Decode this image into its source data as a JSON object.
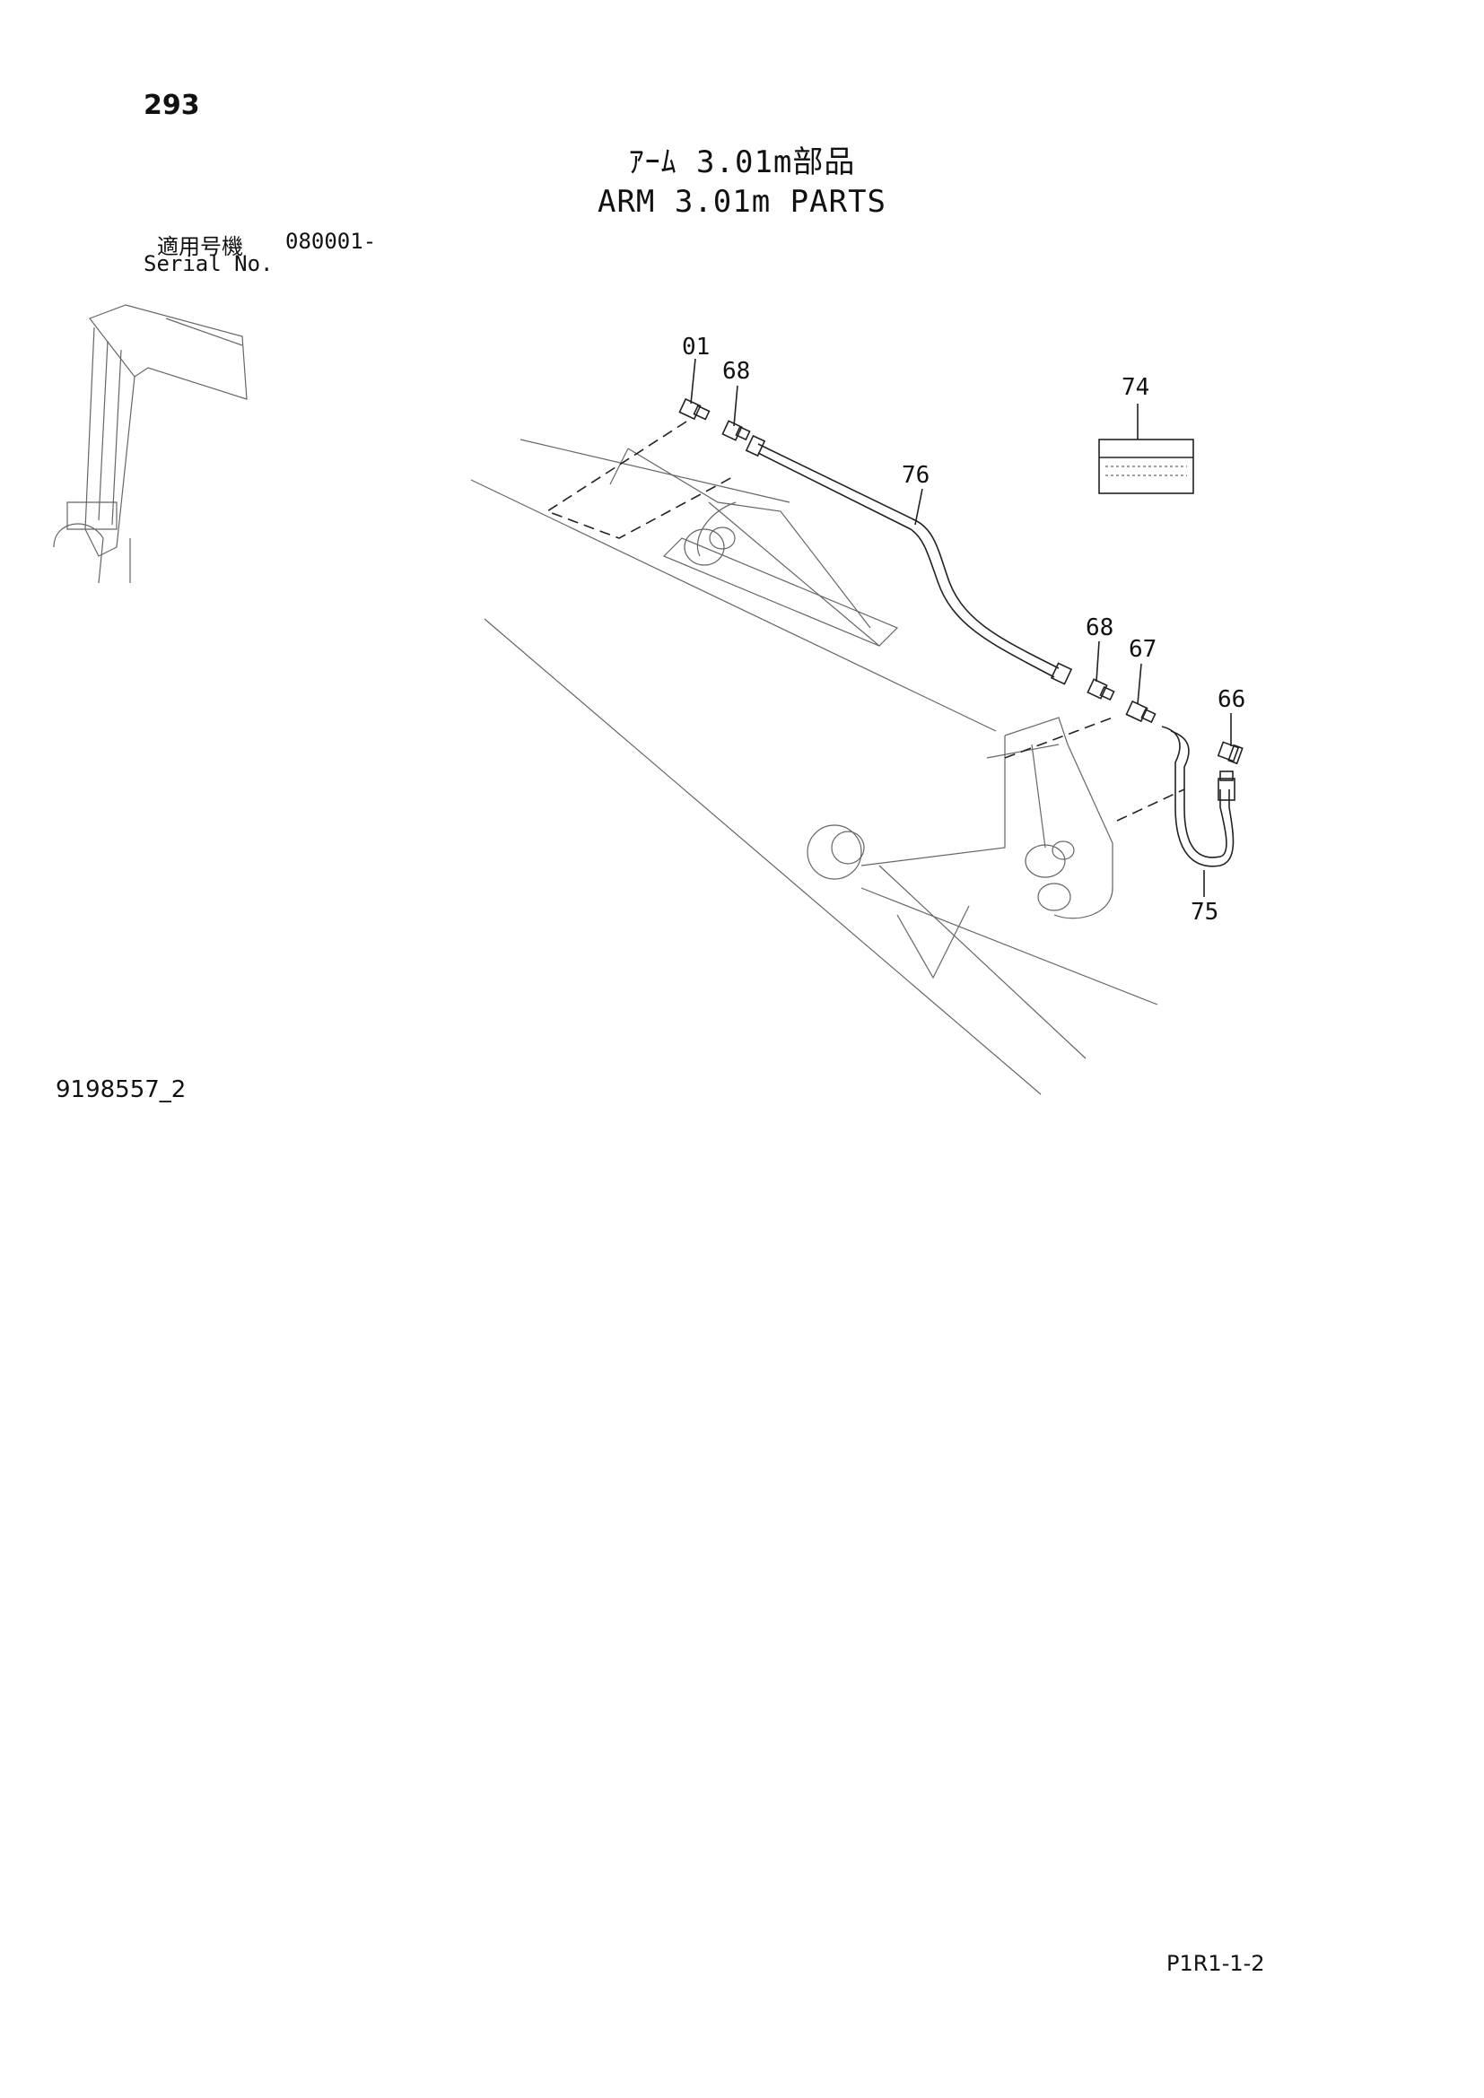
{
  "header": {
    "page_number": "293",
    "title_jp": "ｱｰﾑ 3.01m部品",
    "title_en": "ARM 3.01m PARTS",
    "serial_label_jp": "適用号機",
    "serial_value": "080001-",
    "serial_label_en": "Serial No."
  },
  "callouts": {
    "p01": "01",
    "p68a": "68",
    "p68b": "68",
    "p67": "67",
    "p66": "66",
    "p76": "76",
    "p74": "74",
    "p75": "75"
  },
  "footer": {
    "drawing_id": "9198557_2",
    "sheet_ref": "P1R1-1-2"
  }
}
